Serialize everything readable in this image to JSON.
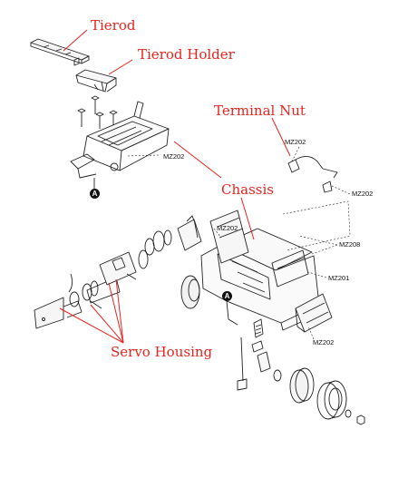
{
  "callouts": {
    "tierod": "Tierod",
    "tierod_holder": "Tierod Holder",
    "terminal_nut": "Terminal Nut",
    "chassis": "Chassis",
    "servo_housing": "Servo Housing"
  },
  "part_numbers": {
    "mz202_top_chassis": "MZ202",
    "mz202_nut_top": "MZ202",
    "mz202_nut_right": "MZ202",
    "mz202_chassis_left": "MZ202",
    "mz208": "MZ208",
    "mz201": "MZ201",
    "mz202_holder_bottom": "MZ202"
  },
  "markers": {
    "top_assembly": "A",
    "main_chassis": "A"
  },
  "colors": {
    "callout": "#e8231e",
    "linework": "#222222"
  }
}
